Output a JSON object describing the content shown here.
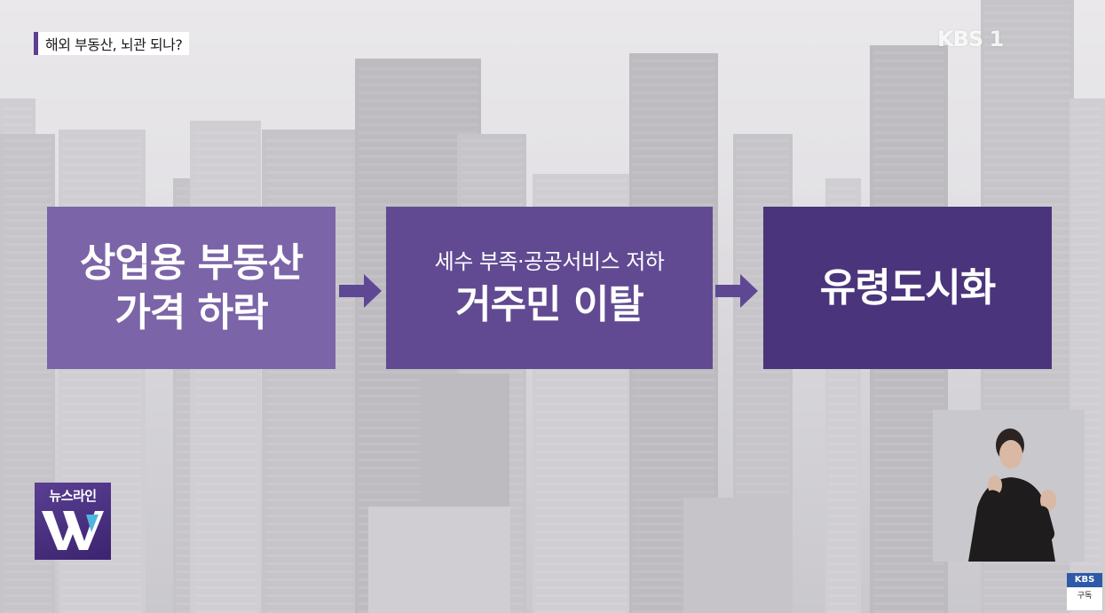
{
  "broadcast": {
    "segment_title": "해외 부동산, 뇌관 되나?",
    "channel_watermark": "KBS 1",
    "program_logo_label": "뉴스라인",
    "subscribe_badge": {
      "brand": "KBS",
      "label": "구독"
    }
  },
  "flow": [
    {
      "lines": [
        "상업용 부동산",
        "가격 하락"
      ]
    },
    {
      "sub": "세수 부족·공공서비스 저하",
      "main": "거주민 이탈"
    },
    {
      "main": "유령도시화"
    }
  ],
  "colors": {
    "box1": "#7b64a8",
    "box2": "#614a92",
    "box3": "#4a347c",
    "arrow": "#5f4893"
  }
}
